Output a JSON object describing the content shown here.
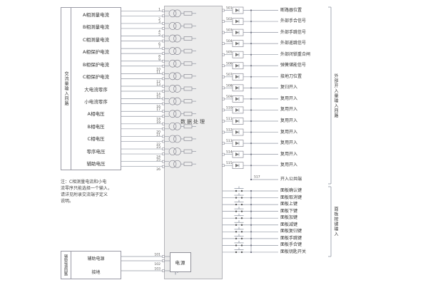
{
  "processor": {
    "label": "数据处理"
  },
  "ac": {
    "group_label": "交流量输入回路",
    "rows": [
      {
        "label": "A相测量电流",
        "t1": "1",
        "t2": "2"
      },
      {
        "label": "B相测量电流",
        "t1": "3",
        "t2": "4"
      },
      {
        "label": "C相测量电流",
        "t1": "5",
        "t2": "6"
      },
      {
        "label": "A相保护电流",
        "t1": "7",
        "t2": "8"
      },
      {
        "label": "B相保护电流",
        "t1": "9",
        "t2": "10"
      },
      {
        "label": "C相保护电流",
        "t1": "11",
        "t2": "12"
      },
      {
        "label": "大电流零序",
        "t1": "13",
        "t2": "14"
      },
      {
        "label": "小电流零序",
        "t1": "15",
        "t2": "16"
      },
      {
        "label": "A相电压",
        "t1": "17",
        "t2": "18"
      },
      {
        "label": "B相电压",
        "t1": "19",
        "t2": "20"
      },
      {
        "label": "C相电压",
        "t1": "21",
        "t2": "22"
      },
      {
        "label": "零序电压",
        "t1": "23",
        "t2": "24"
      },
      {
        "label": "辅助电压",
        "t1": "25",
        "t2": "26"
      }
    ]
  },
  "di": {
    "group_label": "外部开入量输入回路",
    "rows": [
      {
        "label": "断路器位置",
        "t": "501"
      },
      {
        "label": "外部手合信号",
        "t": "502"
      },
      {
        "label": "外部手跳信号",
        "t": "503"
      },
      {
        "label": "外部遥跳信号",
        "t": "504"
      },
      {
        "label": "外部闭锁重合闸",
        "t": "505"
      },
      {
        "label": "弹簧储能信号",
        "t": "506"
      },
      {
        "label": "接地刀位置",
        "t": "507"
      },
      {
        "label": "复归开入",
        "t": "508"
      },
      {
        "label": "复用开入",
        "t": "509"
      },
      {
        "label": "复用开入",
        "t": "510"
      },
      {
        "label": "复用开入",
        "t": "511"
      },
      {
        "label": "复用开入",
        "t": "512"
      },
      {
        "label": "复用开入",
        "t": "513"
      },
      {
        "label": "复用开入",
        "t": "514"
      },
      {
        "label": "复用开入",
        "t": "515"
      }
    ],
    "common": {
      "label": "开入公共端",
      "t": "517"
    }
  },
  "keys": {
    "group_label": "面板按键输入",
    "rows": [
      {
        "label": "面板确认键"
      },
      {
        "label": "面板取消键"
      },
      {
        "label": "面板上键"
      },
      {
        "label": "面板下键"
      },
      {
        "label": "面板加键"
      },
      {
        "label": "面板减键"
      },
      {
        "label": "面板复归键"
      },
      {
        "label": "面板手跳键"
      },
      {
        "label": "面板手合键"
      },
      {
        "label": "面板钥匙开关"
      }
    ]
  },
  "aux": {
    "group_label": "辅助电源回路",
    "power_label": "电源",
    "rows": [
      {
        "label": "辅助电源",
        "t1": "101",
        "t2": "102"
      },
      {
        "label": "接地",
        "t1": "103"
      }
    ]
  },
  "note": {
    "lines": [
      "注：C相测量电流和小电",
      "流零序只能选择一个输入，",
      "请详见附录交流端子定义",
      "说明。"
    ]
  }
}
